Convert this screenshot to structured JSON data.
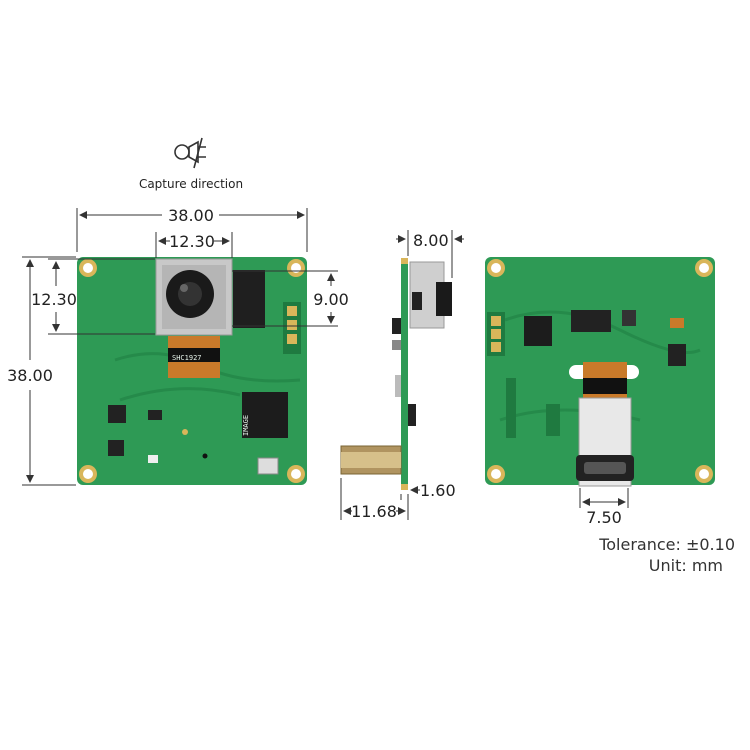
{
  "capture": {
    "label": "Capture direction",
    "icon": "camera-capture-icon"
  },
  "front": {
    "width_label": "38.00",
    "height_label": "38.00",
    "lens_width_label": "12.30",
    "lens_height_label": "12.30",
    "lens_offset_label": "9.00",
    "chip_text": "SHC1927",
    "ic_text": "IMAGE"
  },
  "side": {
    "depth_label": "8.00",
    "thickness_label": "1.60",
    "connector_label": "11.68"
  },
  "back": {
    "connector_width_label": "7.50"
  },
  "notes": {
    "tolerance": "Tolerance: ±0.10",
    "unit": "Unit: mm"
  },
  "colors": {
    "pcb": "#2e9a55",
    "pcb_dark": "#1f7a40",
    "gold": "#d9b65a",
    "line": "#333333"
  }
}
